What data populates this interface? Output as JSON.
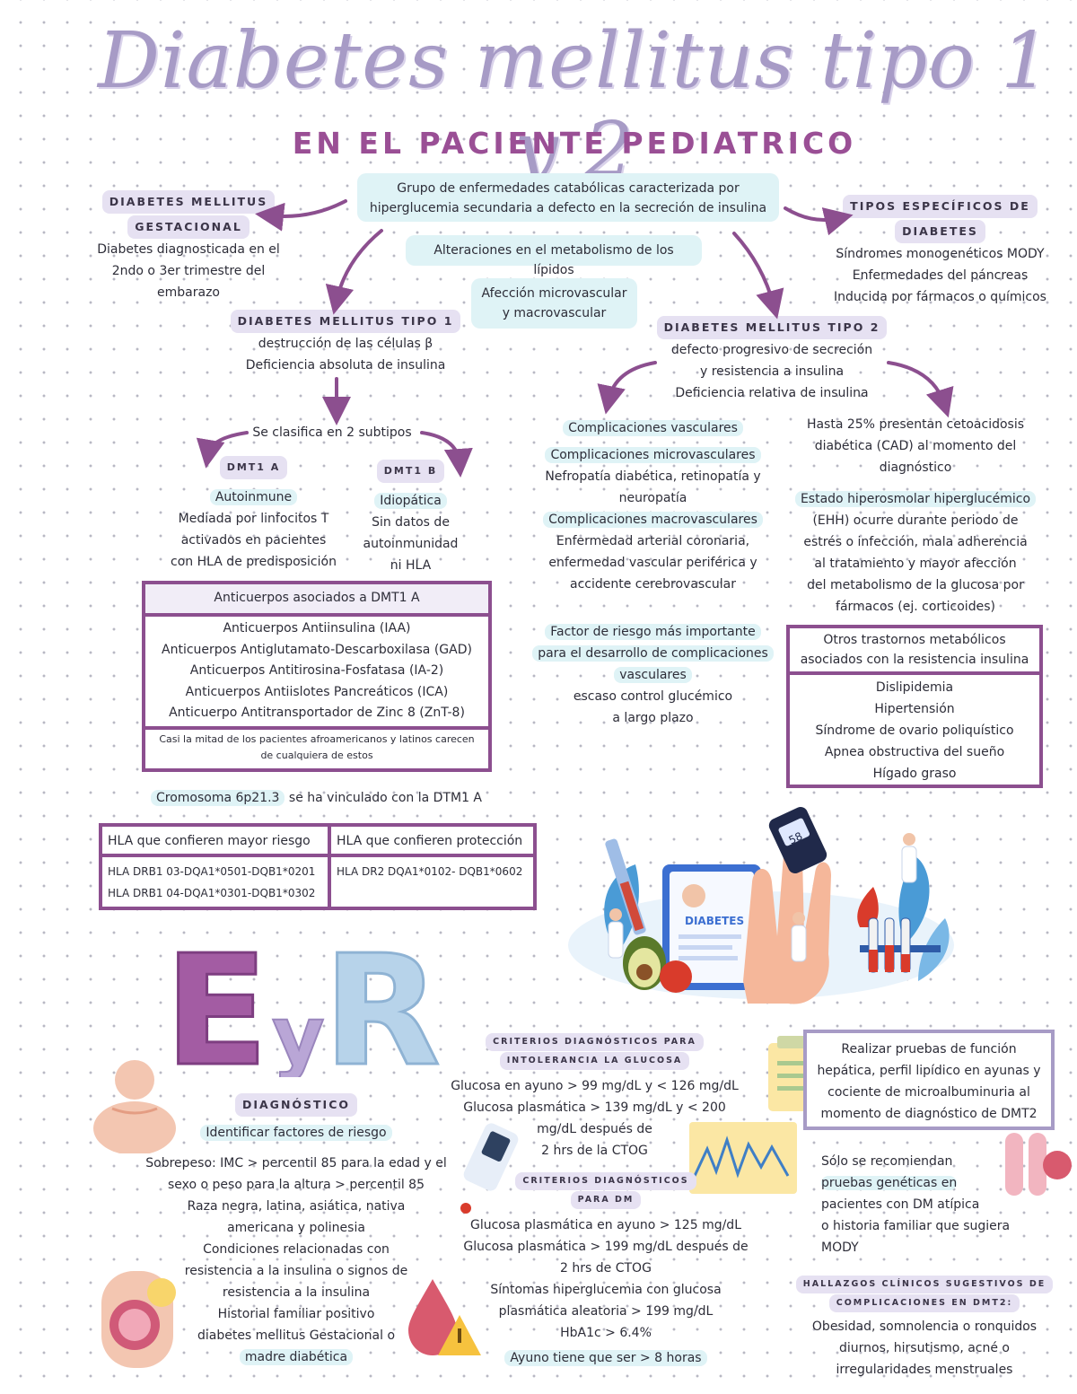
{
  "title": "Diabetes mellitus tipo 1 y 2",
  "subtitle": "EN EL PACIENTE PEDIATRICO",
  "definition": [
    "Grupo de enfermedades catabólicas caracterizada por",
    "hiperglucemia secundaria a defecto en la secreción de insulina"
  ],
  "features": {
    "lipids": "Alteraciones en el metabolismo de los lípidos",
    "vascular": [
      "Afección microvascular",
      "y macrovascular"
    ]
  },
  "gestational": {
    "heading": [
      "DIABETES MELLITUS",
      "GESTACIONAL"
    ],
    "text": [
      "Diabetes diagnosticada en el",
      "2ndo o 3er trimestre del",
      "embarazo"
    ]
  },
  "specific_types": {
    "heading": [
      "TIPOS ESPECÍFICOS DE",
      "DIABETES"
    ],
    "items": [
      "Síndromes monogenéticos MODY",
      "Enfermedades del páncreas",
      "Inducida por fármacos o químicos"
    ]
  },
  "dm1": {
    "heading": "DIABETES MELLITUS TIPO 1",
    "lines": [
      "destrucción de las células β",
      "Deficiencia absoluta de insulina"
    ],
    "subtypes_label": "Se clasifica en 2 subtipos",
    "dmt1a": {
      "label": "DMT1 A",
      "title": "Autoinmune",
      "lines": [
        "Mediada por linfocitos T",
        "activados en pacientes",
        "con HLA de predisposición"
      ]
    },
    "dmt1b": {
      "label": "DMT1 B",
      "title": "Idiopática",
      "lines": [
        "Sin datos de",
        "autoinmunidad",
        "ni HLA"
      ]
    }
  },
  "antibodies": {
    "header": "Anticuerpos asociados a DMT1 A",
    "items": [
      "Anticuerpos Antiinsulina (IAA)",
      "Anticuerpos Antiglutamato-Descarboxilasa (GAD)",
      "Anticuerpos Antitirosina-Fosfatasa (IA-2)",
      "Anticuerpos Antiislotes Pancreáticos (ICA)",
      "Anticuerpo Antitransportador de Zinc 8 (ZnT-8)"
    ],
    "note": [
      "Casi la mitad de los pacientes afroamericanos y latinos carecen",
      "de cualquiera de estos"
    ]
  },
  "chromosome": {
    "highlight": "Cromosoma 6p21.3",
    "rest": " se ha vinculado con la DTM1 A"
  },
  "hla_table": {
    "risk_header": "HLA que confieren mayor riesgo",
    "protect_header": "HLA que confieren protección",
    "risk_rows": [
      "HLA DRB1 03-DQA1*0501-DQB1*0201",
      "HLA DRB1 04-DQA1*0301-DQB1*0302"
    ],
    "protect_rows": [
      "HLA DR2 DQA1*0102- DQB1*0602"
    ]
  },
  "dm2": {
    "heading": "DIABETES MELLITUS TIPO 2",
    "lines": [
      "defecto progresivo de secreción",
      "y resistencia a insulina",
      "Deficiencia relativa de insulina"
    ],
    "complications": {
      "title": "Complicaciones vasculares",
      "micro_title": "Complicaciones microvasculares",
      "micro_lines": [
        "Nefropatía diabética, retinopatía y",
        "neuropatía"
      ],
      "macro_title": "Complicaciones macrovasculares",
      "macro_lines": [
        "Enfermedad arterial coronaria,",
        "enfermedad vascular periférica y",
        "accidente cerebrovascular"
      ]
    },
    "risk_factor": {
      "title": [
        "Factor de riesgo más importante",
        "para el desarrollo de complicaciones",
        "vasculares"
      ],
      "lines": [
        "escaso control glucémico",
        "a largo plazo"
      ]
    },
    "cad": {
      "lines": [
        "Hasta 25% presentan cetoacidosis",
        "diabética (CAD) al momento del",
        "diagnóstico"
      ]
    },
    "ehh": {
      "title": "Estado hiperosmolar hiperglucémico",
      "lines": [
        "(EHH) ocurre durante periodo de",
        "estrés o infección, mala adherencia",
        "al tratamiento y mayor afección",
        "del metabolismo de la glucosa por",
        "fármacos (ej. corticoides)"
      ]
    },
    "metabolic": {
      "header": [
        "Otros trastornos metabólicos",
        "asociados con la resistencia insulina"
      ],
      "items": [
        "Dislipidemia",
        "Hipertensión",
        "Síndrome de ovario poliquístico",
        "Apnea obstructiva del sueño",
        "Hígado graso"
      ]
    }
  },
  "illustration": {
    "label": "DIABETES",
    "meter_value": "58"
  },
  "logo": "EyR",
  "diagnosis": {
    "heading": "DIAGNÓSTICO",
    "risk_title": "Identificar factores de riesgo",
    "overweight": [
      "Sobrepeso: IMC > percentil 85 para la edad y el",
      "sexo o peso para la altura > percentil 85"
    ],
    "other_lines": [
      "Raza negra, latina, asiática, nativa",
      "americana y polinesia",
      "Condiciones relacionadas con",
      "resistencia a la insulina o signos de",
      "resistencia a la insulina",
      "Historial familiar positivo",
      "diabetes mellitus Gestacional o",
      "madre diabética"
    ]
  },
  "glucose_intolerance": {
    "heading": [
      "CRITERIOS DIAGNÓSTICOS PARA",
      "INTOLERANCIA LA GLUCOSA"
    ],
    "lines": [
      "Glucosa en ayuno > 99 mg/dL y < 126 mg/dL",
      "Glucosa plasmática > 139 mg/dL y < 200",
      "mg/dL después de",
      "2 hrs de la CTOG"
    ]
  },
  "dm_criteria": {
    "heading": [
      "CRITERIOS DIAGNÓSTICOS",
      "PARA DM"
    ],
    "lines": [
      "Glucosa plasmática en ayuno > 125 mg/dL",
      "Glucosa plasmática > 199 mg/dL después de",
      "2 hrs de CTOG",
      "Síntomas hiperglucemia con glucosa",
      "plasmática aleatoria > 199 mg/dL",
      "HbA1c > 6.4%"
    ],
    "fasting_note": "Ayuno tiene que ser > 8 horas"
  },
  "tests_box": [
    "Realizar pruebas de función",
    "hepática, perfil lipídico en ayunas y",
    "cociente de microalbuminuria al",
    "momento de diagnóstico de DMT2"
  ],
  "genetic": {
    "lines": [
      "Sólo se recomiendan",
      "pruebas genéticas en",
      "pacientes con DM atípica",
      "o historia familiar que sugiera",
      "MODY"
    ]
  },
  "findings": {
    "heading": [
      "HALLAZGOS CLÍNICOS SUGESTIVOS DE",
      "COMPLICACIONES EN DMT2:"
    ],
    "lines": [
      "Obesidad, somnolencia o ronquidos",
      "diurnos, hirsutismo, acné o",
      "irregularidades menstruales"
    ]
  },
  "colors": {
    "title": "#a79bc6",
    "subtitle": "#9a4f95",
    "frame": "#8c4f8f",
    "arrow": "#8c4f8f",
    "highlight_purple": "#e6e1f2",
    "highlight_cyan": "#dff3f6"
  }
}
